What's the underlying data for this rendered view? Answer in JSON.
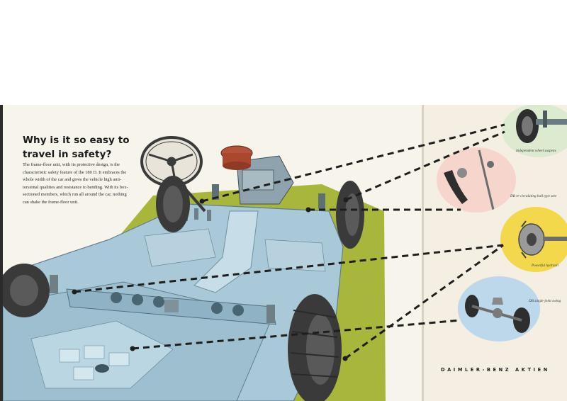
{
  "left_page": {
    "headline": "Why is it so easy to travel in safety?",
    "body": "The frame-floor unit, with its protective design, is the characteristic safety feature of the 180 D. It embraces the whole width of the car and gives the vehicle high anti-torsional qualities and resistance to bending. With its box-sectioned members, which run all around the car, nothing can shake the frame-floor unit."
  },
  "right_page": {
    "callouts": [
      {
        "id": "suspension",
        "caption": "Independent wheel suspens"
      },
      {
        "id": "steering",
        "caption": "DB re-circulating ball type stee"
      },
      {
        "id": "brakes",
        "caption": "Powerful hydrauli"
      },
      {
        "id": "swing-axle",
        "caption": "DB single-joint swing"
      }
    ],
    "company": "DAIMLER-BENZ AKTIEN"
  },
  "colors": {
    "page": "#f7f4ec",
    "ground": "#a9b63c",
    "chassis": "#a9c9d8",
    "tire": "#3a3a3a",
    "callout_green": "#dcebd0",
    "callout_pink": "#f6d6cc",
    "callout_yellow": "#f2d84a",
    "callout_blue": "#bcd8ea"
  }
}
